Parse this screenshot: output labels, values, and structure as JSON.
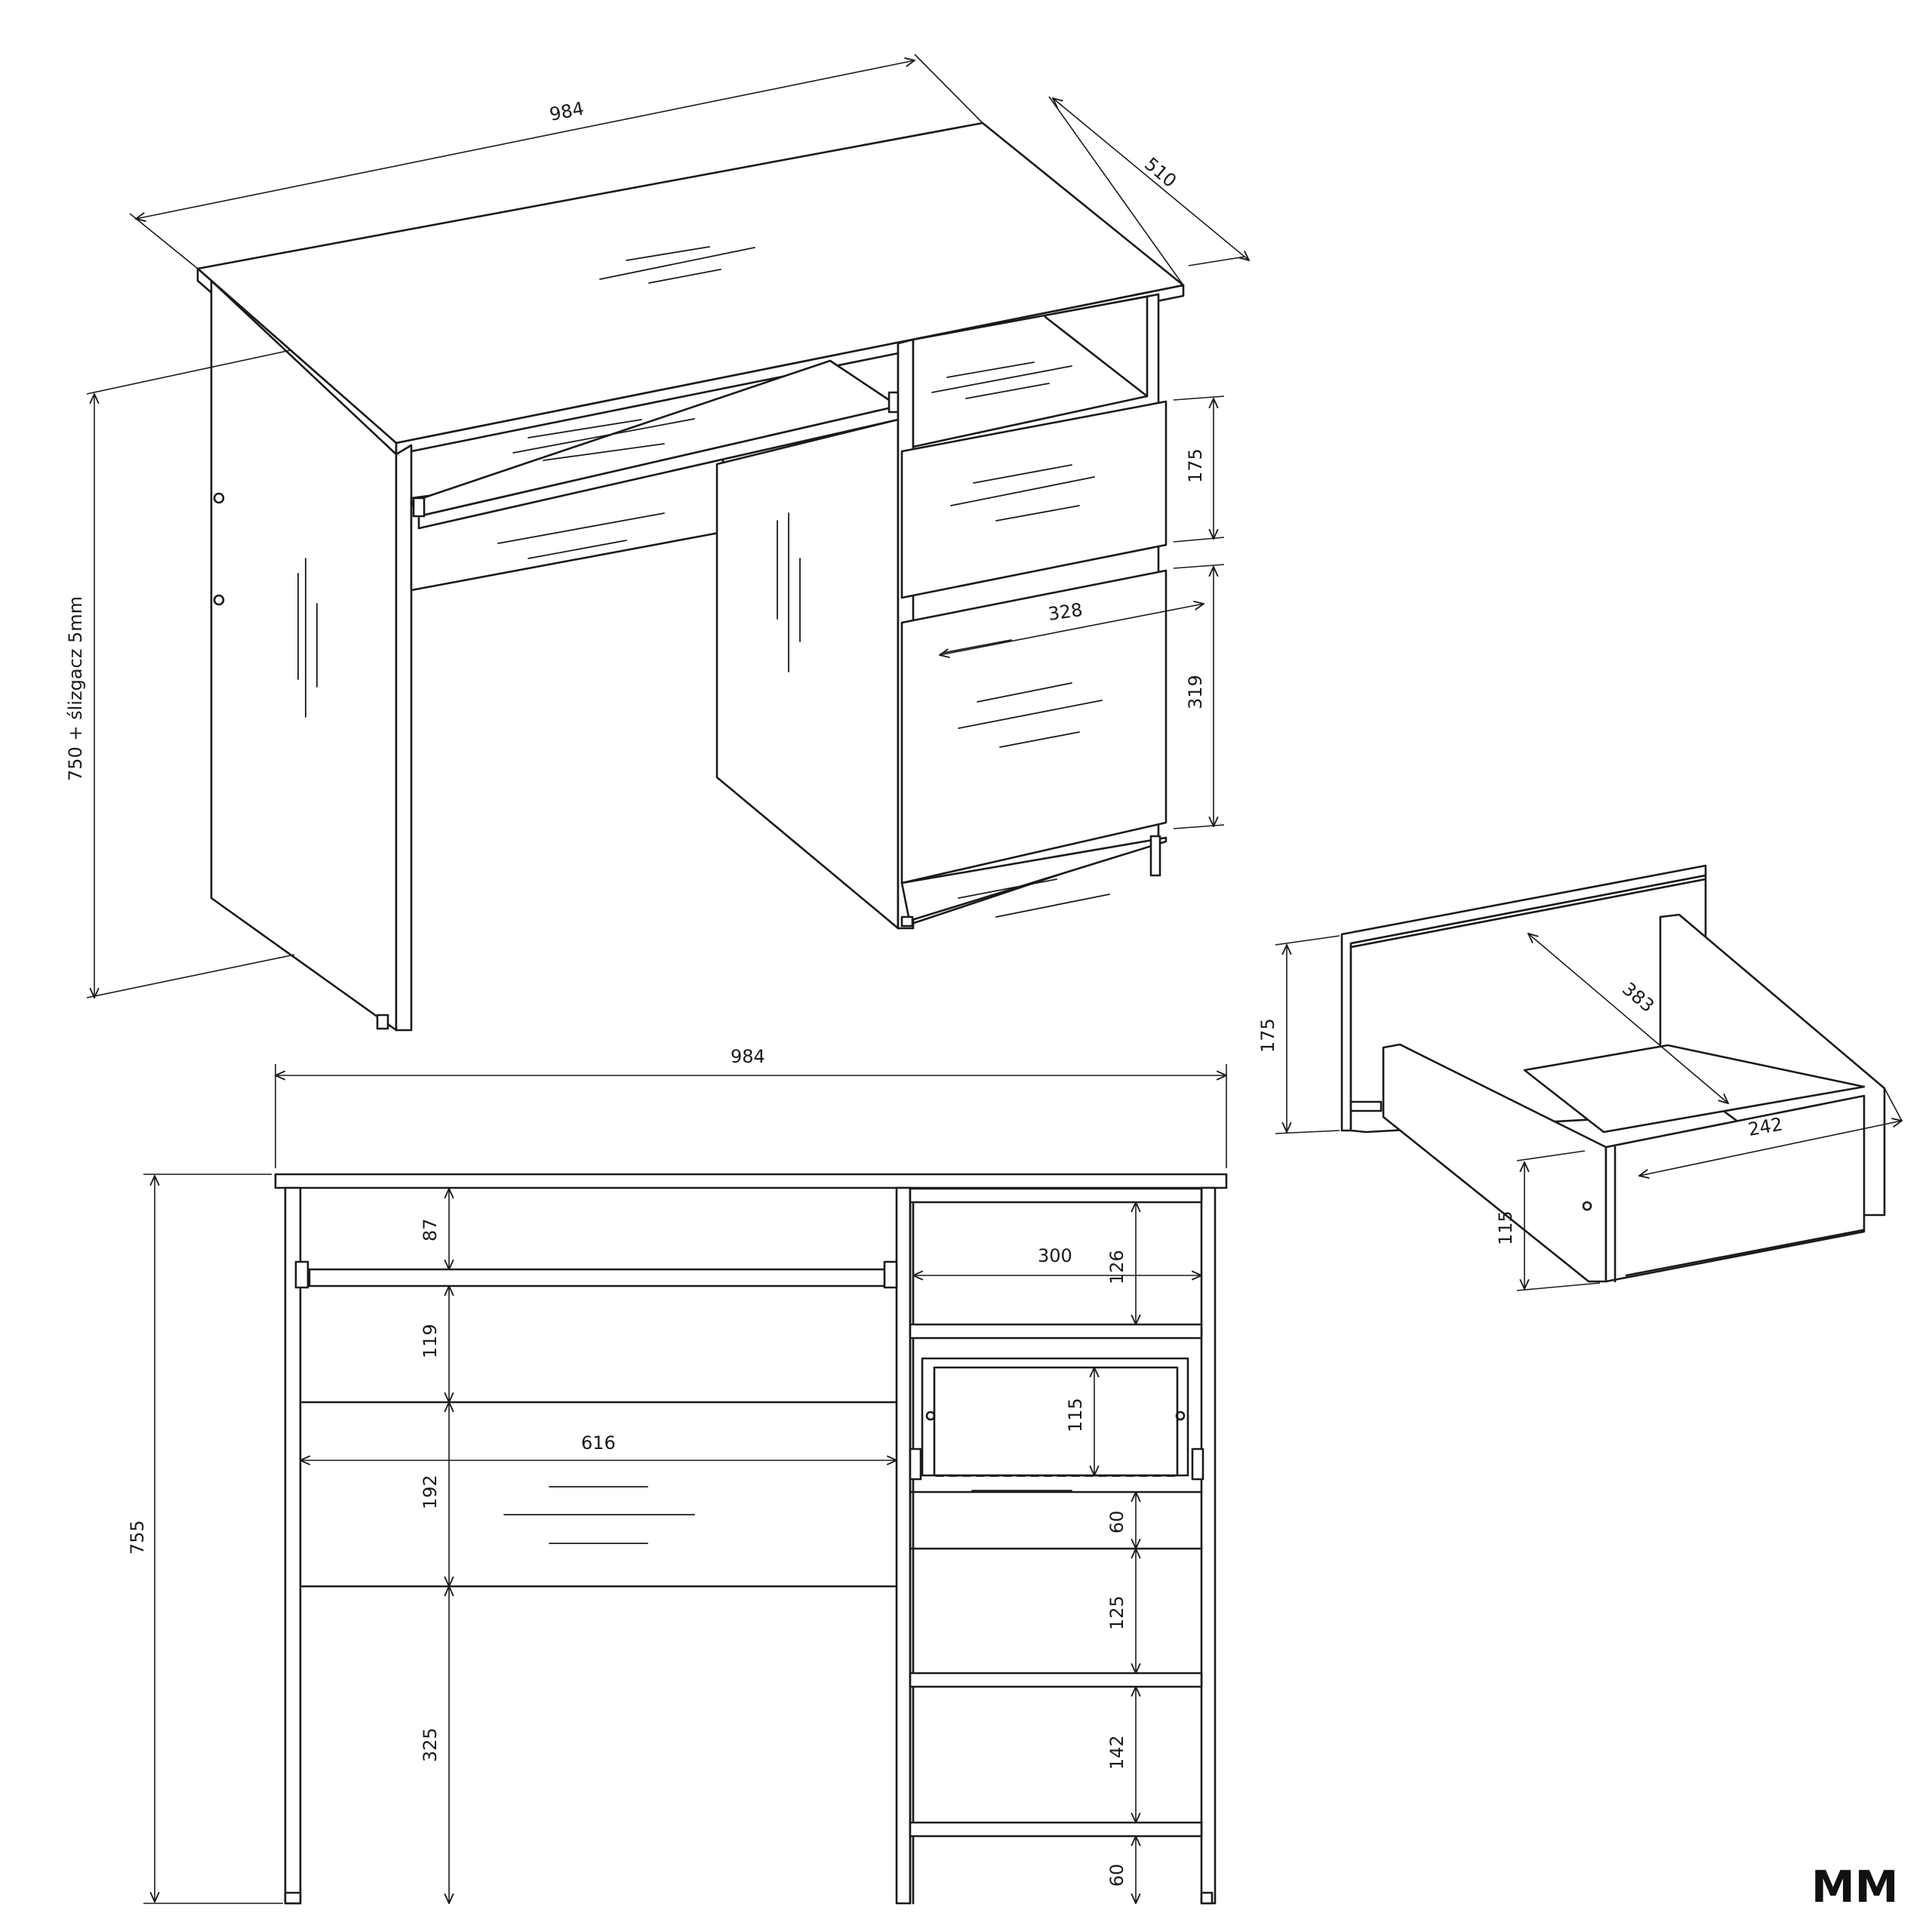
{
  "perspective_view": {
    "width": "984",
    "depth": "510",
    "height": "750 + ślizgacz 5mm",
    "top_drawer_height": "175",
    "bottom_drawer_height": "319",
    "drawer_width": "328"
  },
  "drawer_detail": {
    "front_height": "175",
    "depth": "383",
    "inner_width": "242",
    "side_height": "115"
  },
  "front_view": {
    "width": "984",
    "height": "755",
    "top_gap": "87",
    "keyboard_gap": "119",
    "drawer_front_height": "192",
    "knee_space": "325",
    "inner_width": "616",
    "cabinet_width": "300",
    "compartment": "126",
    "drawer_height": "115",
    "rail_gap": "60",
    "lower_section": "125",
    "bottom_section": "142",
    "plinth": "60"
  },
  "brand": {
    "logo": "MM"
  }
}
